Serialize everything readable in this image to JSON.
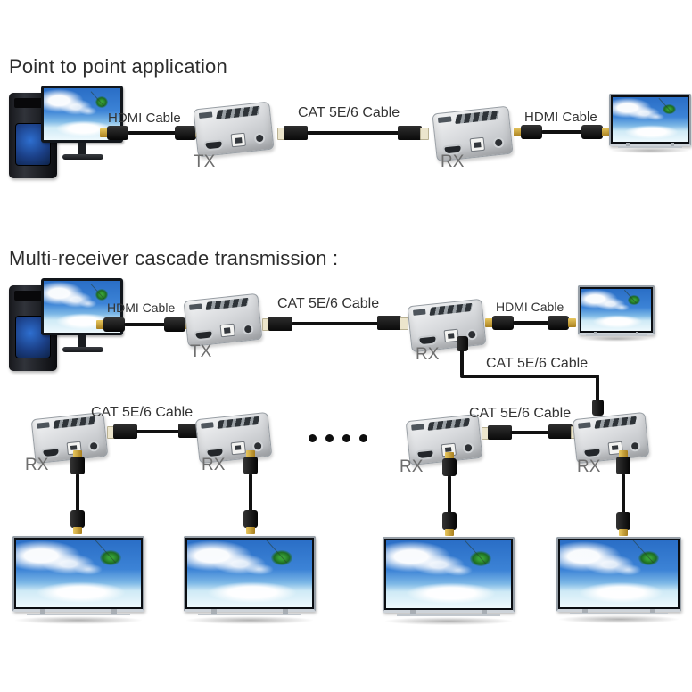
{
  "sections": {
    "p2p": {
      "title": "Point to point application"
    },
    "cascade": {
      "title": "Multi-receiver cascade transmission :"
    }
  },
  "labels": {
    "hdmi_cable": "HDMI Cable",
    "cat_cable": "CAT 5E/6 Cable",
    "tx": "TX",
    "rx": "RX"
  },
  "diagram": {
    "continuation_dots": 4,
    "devices": [
      "source-computer",
      "hdmi-extender-transmitter",
      "hdmi-extender-receiver",
      "display-tv"
    ],
    "p2p_chain": [
      "computer",
      "HDMI Cable",
      "TX",
      "CAT 5E/6 Cable",
      "RX",
      "HDMI Cable",
      "TV"
    ],
    "cascade_chain": [
      "computer",
      "HDMI Cable",
      "TX",
      "CAT 5E/6 Cable",
      "RX",
      "HDMI Cable",
      "TV"
    ],
    "cascade_note": "first RX loops out via CAT 5E/6 Cable to further RX units, each RX feeds a TV via HDMI"
  },
  "colors": {
    "background": "#ffffff",
    "cable": "#111111",
    "hdmi_tip_gold": "#c9a227",
    "rj45_tip": "#ece5cc",
    "extender_silver": "#d8dadd",
    "label_text": "#333333",
    "tag_text": "#6e6e6e"
  }
}
